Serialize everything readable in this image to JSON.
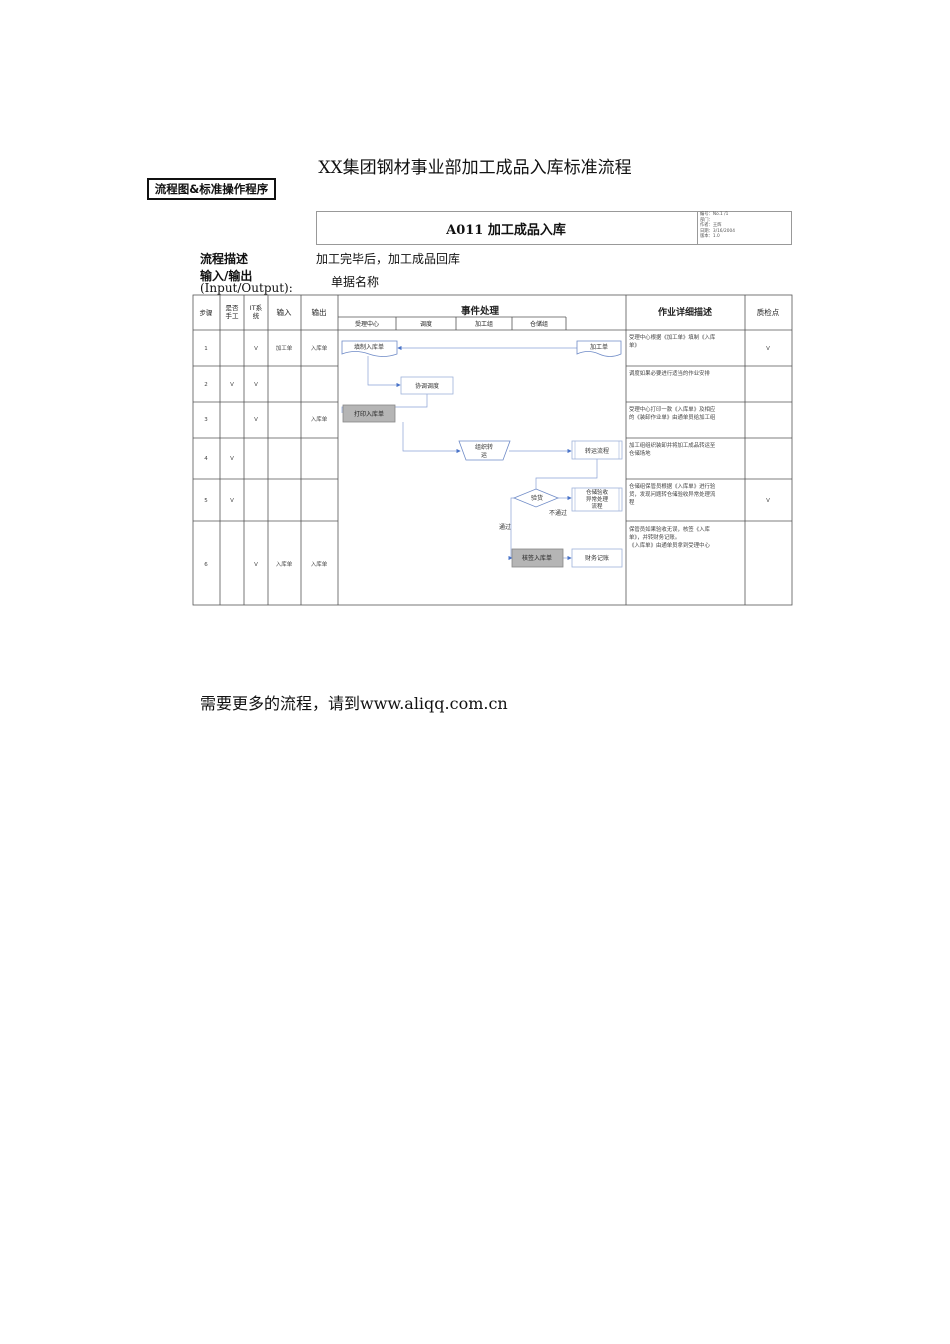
{
  "doc": {
    "title": "XX集团钢材事业部加工成品入库标准流程",
    "badge": "流程图&标准操作程序",
    "header_title": "A011 加工成品入库",
    "meta": [
      "编号：No.1 /1",
      "部门：",
      "作者：王辉",
      "日期：3/16/2004",
      "版本：1.0"
    ],
    "desc_label": "流程描述",
    "desc_value": "加工完毕后，加工成品回库",
    "io_label_1": "输入/输出",
    "io_label_2": "(Input/Output):",
    "io_value": "单据名称",
    "footer_note": "需要更多的流程，请到www.aliqq.com.cn"
  },
  "table": {
    "headers": {
      "step": "步骤",
      "manual": [
        "是否",
        "手工"
      ],
      "it": [
        "IT系",
        "统"
      ],
      "input": "输入",
      "output": "输出",
      "event": "事件处理",
      "detail": "作业详细描述",
      "qc": "质检点"
    },
    "lanes": [
      "受理中心",
      "调度",
      "加工组",
      "仓储组"
    ],
    "rows": [
      {
        "step": "1",
        "manual": "",
        "it": "V",
        "input": "加工单",
        "output": "入库单",
        "detail": [
          "受理中心根据《加工单》填制《入库",
          "单》"
        ],
        "qc": "V"
      },
      {
        "step": "2",
        "manual": "V",
        "it": "V",
        "input": "",
        "output": "",
        "detail": [
          "调度如果必要进行适当的作业安排"
        ],
        "qc": ""
      },
      {
        "step": "3",
        "manual": "",
        "it": "V",
        "input": "",
        "output": "入库单",
        "detail": [
          "受理中心打印一款《入库单》及相应",
          "的《装卸作业单》由通单员给加工组"
        ],
        "qc": ""
      },
      {
        "step": "4",
        "manual": "V",
        "it": "",
        "input": "",
        "output": "",
        "detail": [
          "加工组组织装卸并将加工成品转运至",
          "仓储场地"
        ],
        "qc": ""
      },
      {
        "step": "5",
        "manual": "V",
        "it": "",
        "input": "",
        "output": "",
        "detail": [
          "仓储组保管员根据《入库单》进行验",
          "货，发现问题转仓储验收异常处理流",
          "程"
        ],
        "qc": "V"
      },
      {
        "step": "6",
        "manual": "",
        "it": "V",
        "input": "入库单",
        "output": "入库单",
        "detail": [
          "保管员如果验收无误，核签《入库",
          "单》，并转财务记账。",
          "《入库单》由通单员拿到受理中心"
        ],
        "qc": ""
      }
    ]
  },
  "flow": {
    "fill_out": "填制入库单",
    "process_order": "加工单",
    "coordinate": "协调调度",
    "print": "打印入库单",
    "organize": [
      "组织转",
      "运"
    ],
    "transfer_flow": "转运流程",
    "inspect": "验货",
    "exception": [
      "仓储验收",
      "异常处理",
      "流程"
    ],
    "fail": "不通过",
    "pass": "通过",
    "sign": "核签入库单",
    "finance": "财务记账"
  }
}
